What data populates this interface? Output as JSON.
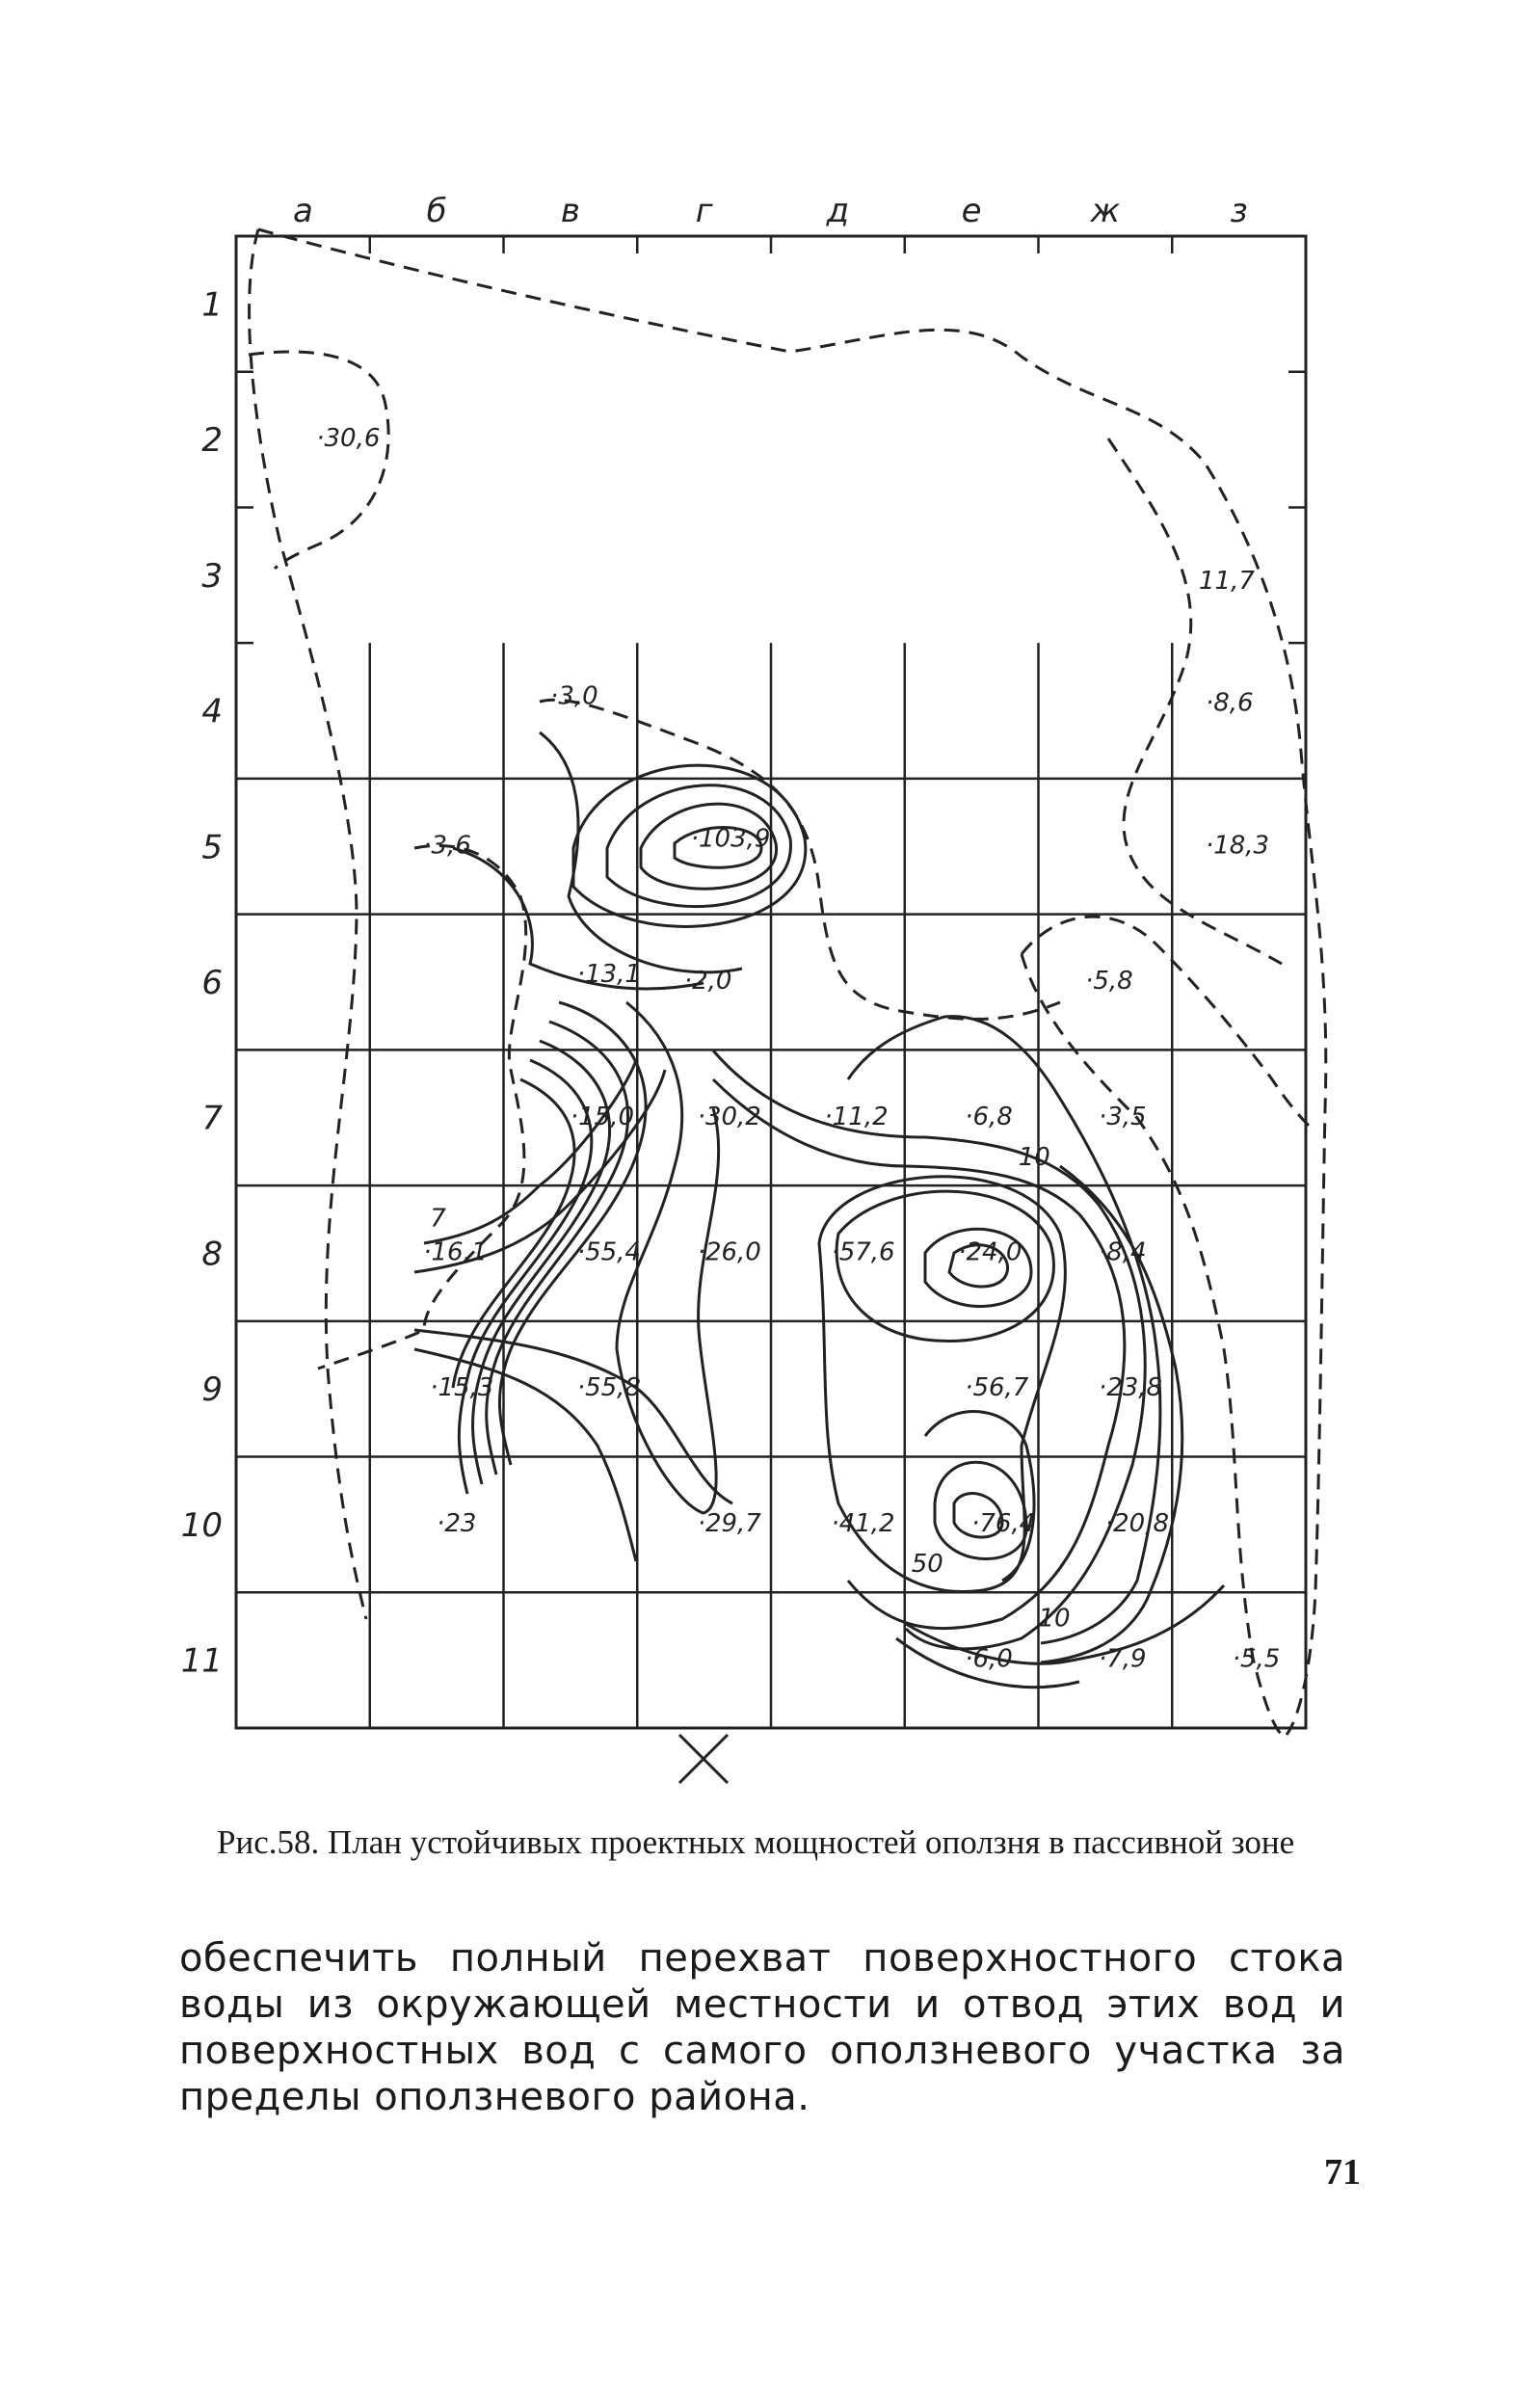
{
  "figure": {
    "column_labels": [
      "а",
      "б",
      "в",
      "г",
      "д",
      "е",
      "ж",
      "з"
    ],
    "row_labels": [
      "1",
      "2",
      "3",
      "4",
      "5",
      "6",
      "7",
      "8",
      "9",
      "10",
      "11"
    ],
    "points": [
      {
        "label": "·30,6",
        "col": 0.6,
        "row": 1.55
      },
      {
        "label": "11,7",
        "col": 7.2,
        "row": 2.6
      },
      {
        "label": "·8,6",
        "col": 7.25,
        "row": 3.5
      },
      {
        "label": "·3,0",
        "col": 2.35,
        "row": 3.45
      },
      {
        "label": "·103,9",
        "col": 3.4,
        "row": 4.5
      },
      {
        "label": "·3,6",
        "col": 1.4,
        "row": 4.55
      },
      {
        "label": "·18,3",
        "col": 7.25,
        "row": 4.55
      },
      {
        "label": "·5,8",
        "col": 6.35,
        "row": 5.55
      },
      {
        "label": "·13,1",
        "col": 2.55,
        "row": 5.5
      },
      {
        "label": "·2,0",
        "col": 3.35,
        "row": 5.55
      },
      {
        "label": "·15,0",
        "col": 2.5,
        "row": 6.55
      },
      {
        "label": "·30,2",
        "col": 3.45,
        "row": 6.55
      },
      {
        "label": "·11,2",
        "col": 4.4,
        "row": 6.55
      },
      {
        "label": "·6,8",
        "col": 5.45,
        "row": 6.55
      },
      {
        "label": "·3,5",
        "col": 6.45,
        "row": 6.55
      },
      {
        "label": "·16,1",
        "col": 1.4,
        "row": 7.55
      },
      {
        "label": "·55,4",
        "col": 2.55,
        "row": 7.55
      },
      {
        "label": "·26,0",
        "col": 3.45,
        "row": 7.55
      },
      {
        "label": "·57,6",
        "col": 4.45,
        "row": 7.55
      },
      {
        "label": "·24,0",
        "col": 5.4,
        "row": 7.55
      },
      {
        "label": "·8,4",
        "col": 6.45,
        "row": 7.55
      },
      {
        "label": "·15,3",
        "col": 1.45,
        "row": 8.55
      },
      {
        "label": "·55,8",
        "col": 2.55,
        "row": 8.55
      },
      {
        "label": "·56,7",
        "col": 5.45,
        "row": 8.55
      },
      {
        "label": "·23,8",
        "col": 6.45,
        "row": 8.55
      },
      {
        "label": "·23",
        "col": 1.5,
        "row": 9.55
      },
      {
        "label": "·29,7",
        "col": 3.45,
        "row": 9.55
      },
      {
        "label": "·41,2",
        "col": 4.45,
        "row": 9.55
      },
      {
        "label": "·76,4",
        "col": 5.5,
        "row": 9.55
      },
      {
        "label": "·20,8",
        "col": 6.5,
        "row": 9.55
      },
      {
        "label": "·6,0",
        "col": 5.45,
        "row": 10.55
      },
      {
        "label": "·7,9",
        "col": 6.45,
        "row": 10.55
      },
      {
        "label": "·5,5",
        "col": 7.45,
        "row": 10.55
      }
    ],
    "contour_labels": [
      {
        "label": "10",
        "col": 5.85,
        "row": 6.85
      },
      {
        "label": "50",
        "col": 5.05,
        "row": 9.85
      },
      {
        "label": "10",
        "col": 6.0,
        "row": 10.25
      },
      {
        "label": "7",
        "col": 1.45,
        "row": 7.3
      }
    ]
  },
  "caption": "Рис.58. План устойчивых проектных мощностей оползня в пассивной зоне",
  "body_text": "обеспечить полный перехват поверхностного стока воды из окружающей местности и отвод этих вод и поверхностных вод с самого оползневого участка за пределы оползневого района.",
  "page_number": "71"
}
